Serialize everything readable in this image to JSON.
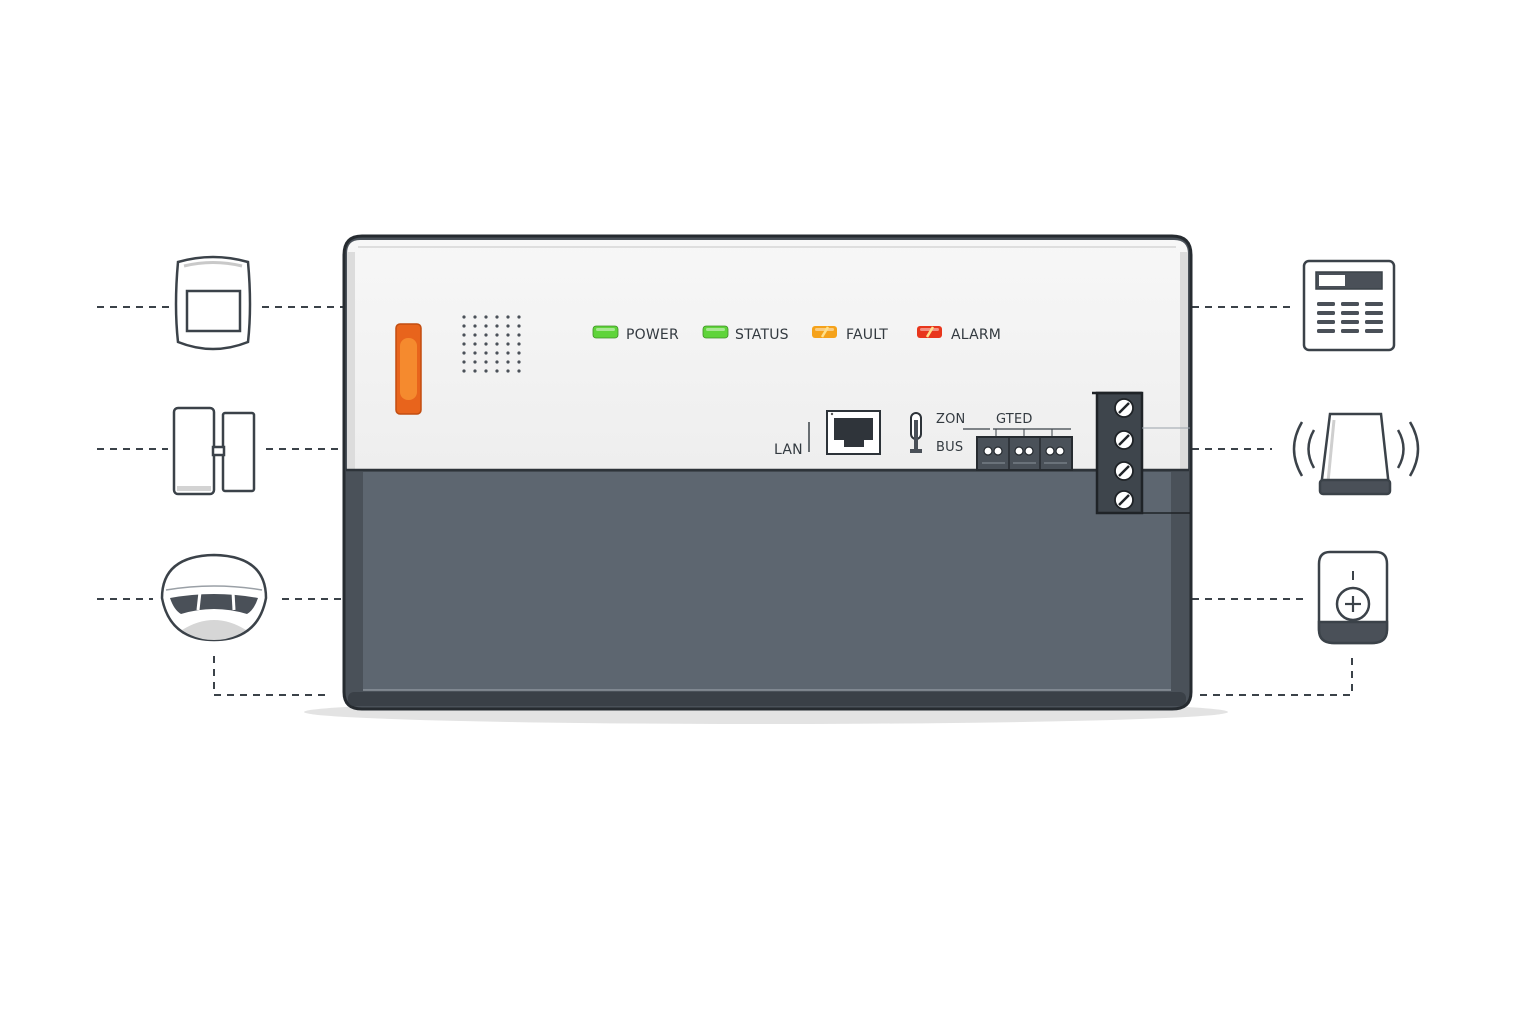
{
  "panel": {
    "leds": [
      {
        "label": "POWER",
        "color": "#5fd43a",
        "state": "solid"
      },
      {
        "label": "STATUS",
        "color": "#5fd43a",
        "state": "solid"
      },
      {
        "label": "FAULT",
        "color": "#f5a21a",
        "state": "flash"
      },
      {
        "label": "ALARM",
        "color": "#e8361c",
        "state": "flash"
      }
    ],
    "lan_label": "LAN",
    "zon_label": "ZON",
    "gted_label": "GTED",
    "bus_label": "BUS",
    "tamper_color": "#ee6a1c"
  },
  "devices_left": [
    "motion-sensor-icon",
    "door-contact-icon",
    "smoke-detector-icon"
  ],
  "devices_right": [
    "keypad-icon",
    "siren-icon",
    "panic-button-icon"
  ],
  "colors": {
    "panel_top": "#f2f2f2",
    "panel_bottom": "#5d6670",
    "outline": "#3b4249"
  }
}
